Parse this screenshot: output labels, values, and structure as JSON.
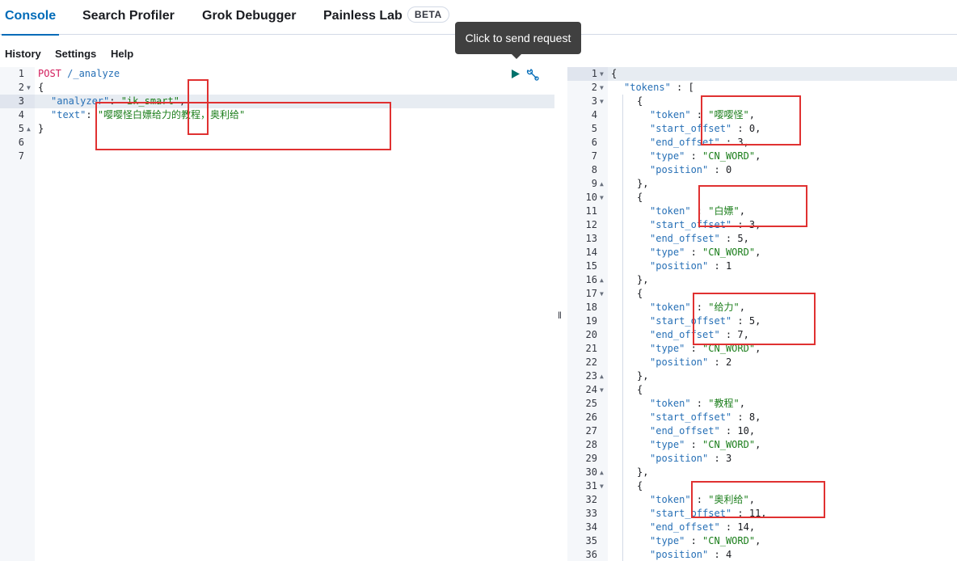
{
  "tabs": [
    {
      "label": "Console",
      "active": true
    },
    {
      "label": "Search Profiler"
    },
    {
      "label": "Grok Debugger"
    },
    {
      "label": "Painless Lab",
      "badge": "BETA"
    }
  ],
  "menu": [
    "History",
    "Settings",
    "Help"
  ],
  "tooltip": "Click to send request",
  "request": {
    "line_numbers": [
      "1",
      "2",
      "3",
      "4",
      "5",
      "6",
      "7"
    ],
    "method": "POST",
    "path": " /_analyze",
    "open_brace": "{",
    "close_brace": "}",
    "analyzer_key": "\"analyzer\"",
    "analyzer_value": "\"ik_smart\"",
    "text_key": "\"text\"",
    "text_value": "\"嘤嘤怪白嫖给力的教程，奥利给\""
  },
  "response": {
    "line_numbers": [
      "1",
      "2",
      "3",
      "4",
      "5",
      "6",
      "7",
      "8",
      "9",
      "10",
      "11",
      "12",
      "13",
      "14",
      "15",
      "16",
      "17",
      "18",
      "19",
      "20",
      "21",
      "22",
      "23",
      "24",
      "25",
      "26",
      "27",
      "28",
      "29",
      "30",
      "31",
      "32",
      "33",
      "34",
      "35",
      "36"
    ],
    "tokens_key": "\"tokens\"",
    "tokens": [
      {
        "token": "\"嘤嘤怪\"",
        "start_offset": "0",
        "end_offset": "3",
        "type": "\"CN_WORD\"",
        "position": "0"
      },
      {
        "token": "\"白嫖\"",
        "start_offset": "3",
        "end_offset": "5",
        "type": "\"CN_WORD\"",
        "position": "1"
      },
      {
        "token": "\"给力\"",
        "start_offset": "5",
        "end_offset": "7",
        "type": "\"CN_WORD\"",
        "position": "2"
      },
      {
        "token": "\"教程\"",
        "start_offset": "8",
        "end_offset": "10",
        "type": "\"CN_WORD\"",
        "position": "3"
      },
      {
        "token": "\"奥利给\"",
        "start_offset": "11",
        "end_offset": "14",
        "type": "\"CN_WORD\"",
        "position": "4"
      }
    ]
  },
  "colors": {
    "accent": "#006bb8",
    "annotation": "#e03131",
    "play": "#00726b"
  },
  "icons": [
    "play-icon",
    "wrench-icon",
    "resize-handle-icon"
  ]
}
